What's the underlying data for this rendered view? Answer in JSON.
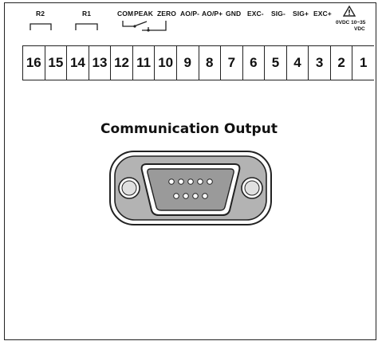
{
  "headers": {
    "r2": "R2",
    "r1": "R1",
    "com": "COM",
    "peak": "PEAK",
    "zero": "ZERO",
    "aop_minus": "AO/P-",
    "aop_plus": "AO/P+",
    "gnd": "GND",
    "exc_minus": "EXC-",
    "sig_minus": "SIG-",
    "sig_plus": "SIG+",
    "exc_plus": "EXC+",
    "supply": "0VDC 10~35",
    "supply_unit": "VDC"
  },
  "terminals": [
    "16",
    "15",
    "14",
    "13",
    "12",
    "11",
    "10",
    "9",
    "8",
    "7",
    "6",
    "5",
    "4",
    "3",
    "2",
    "1"
  ],
  "communication": {
    "title": "Communication Output"
  },
  "colors": {
    "line": "#222222",
    "connector_gray": "#9a9a9a",
    "background": "#ffffff"
  },
  "icons": {
    "warning": "warning-triangle-icon",
    "connector": "db9-connector-icon"
  }
}
